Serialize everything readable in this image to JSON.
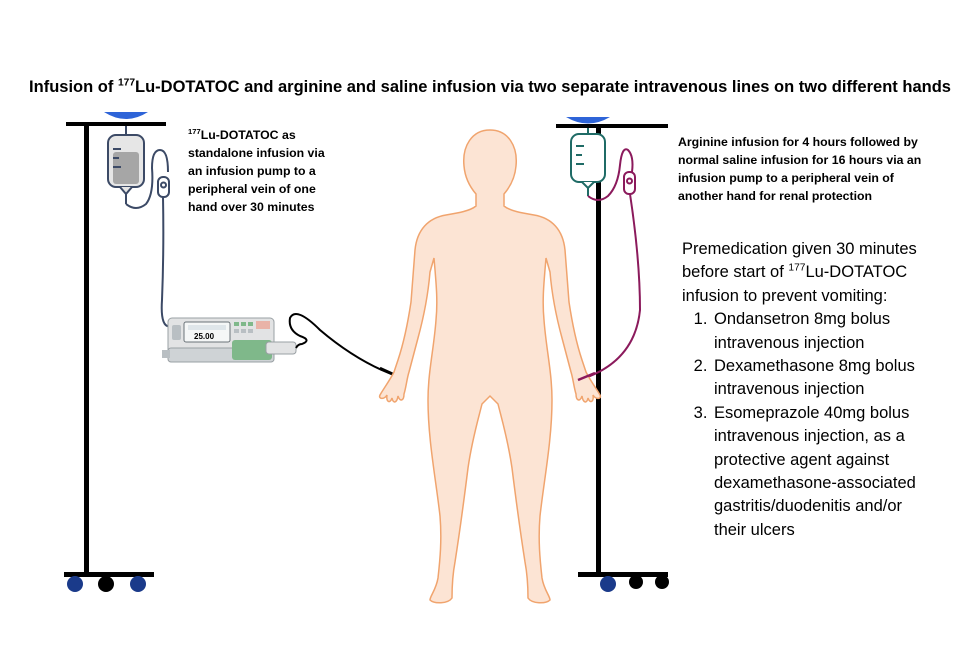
{
  "title": {
    "prefix": "Infusion of ",
    "superscript": "177",
    "rest": "Lu-DOTATOC and arginine and saline infusion via two separate intravenous lines on two different hands"
  },
  "left_note": {
    "superscript": "177",
    "line1_rest": "Lu-DOTATOC as",
    "line2": "standalone infusion via",
    "line3": "an infusion pump to a",
    "line4": "peripheral vein of one",
    "line5": "hand over 30 minutes"
  },
  "right_note": {
    "line1": "Arginine infusion for 4 hours followed by",
    "line2": "normal saline infusion for 16 hours via an",
    "line3": "infusion pump to a peripheral vein of",
    "line4": "another hand for renal protection"
  },
  "premedication": {
    "line1": "Premedication given 30 minutes",
    "line2_prefix": "before start of ",
    "line2_sup": "177",
    "line2_rest": "Lu-DOTATOC",
    "line3": "infusion to prevent vomiting:",
    "items": [
      {
        "line1": "Ondansetron 8mg bolus",
        "line2": "intravenous injection"
      },
      {
        "line1": "Dexamethasone 8mg bolus",
        "line2": "intravenous injection"
      },
      {
        "line1": "Esomeprazole 40mg bolus",
        "line2": "intravenous injection, as a",
        "line3": "protective agent against",
        "line4": "dexamethasone-associated",
        "line5": "gastritis/duodenitis and/or",
        "line6": "their ulcers"
      }
    ]
  },
  "pump": {
    "display_value": "25.00"
  },
  "colors": {
    "iv_bag_left": "#3c4a66",
    "iv_bag_right": "#1f6b66",
    "line_right": "#8b1a5c",
    "hook": "#2e64d8",
    "body_fill": "#fce4d4",
    "body_outline": "#f0a46e",
    "pump_green": "#7fb88a"
  }
}
